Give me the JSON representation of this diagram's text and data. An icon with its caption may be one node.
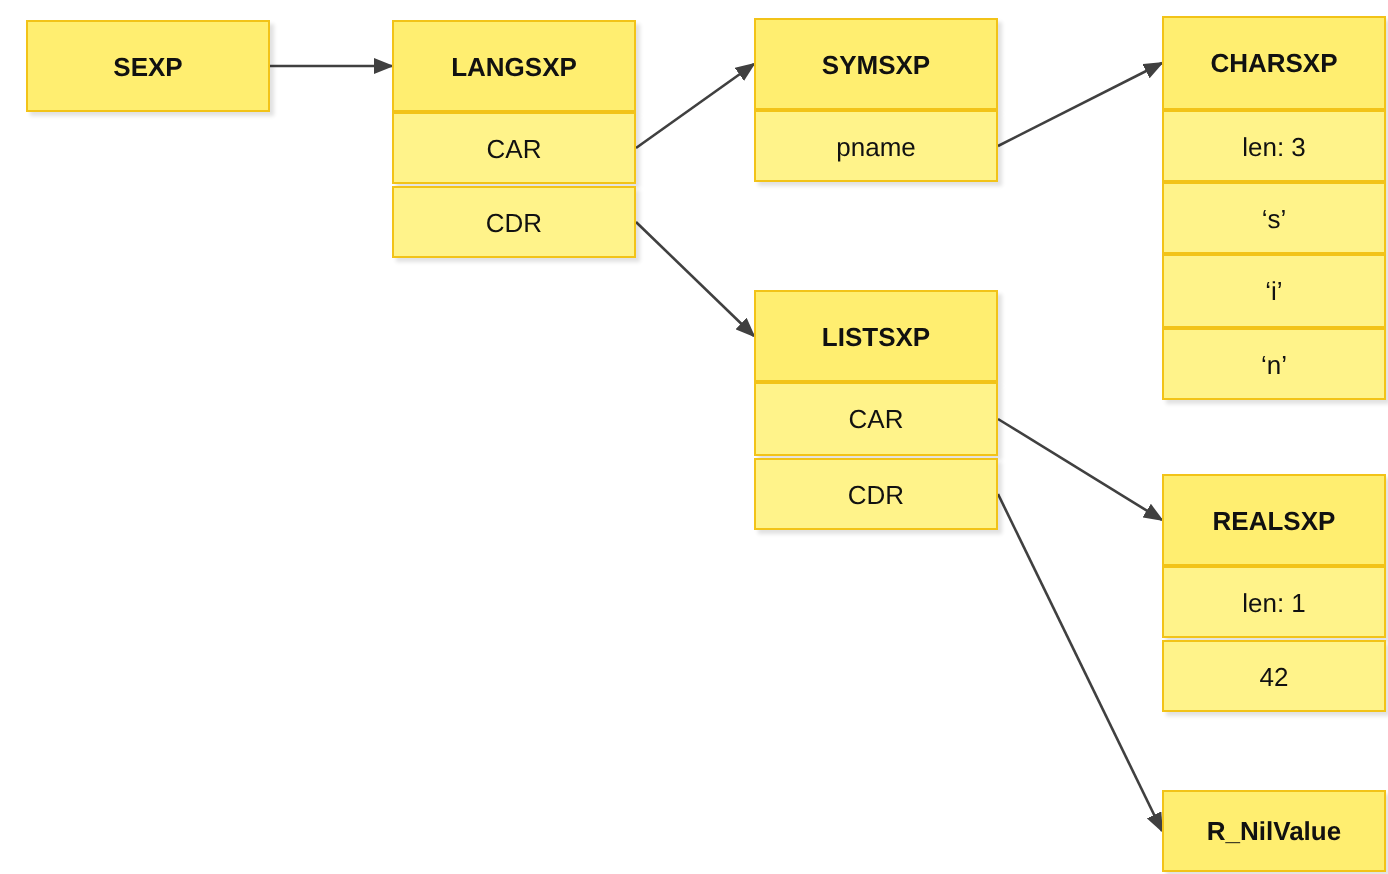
{
  "diagram": {
    "nodes": [
      {
        "text": [
          "SEXP"
        ]
      },
      {
        "text": [
          "LANGSXP"
        ]
      },
      {
        "text": [
          "CAR"
        ]
      },
      {
        "text": [
          "CDR"
        ]
      },
      {
        "text": [
          "SYMSXP"
        ]
      },
      {
        "text": [
          "pname"
        ]
      },
      {
        "text": [
          "CHARSXP"
        ]
      },
      {
        "text": [
          "len: 3"
        ]
      },
      {
        "text": [
          "‘s’"
        ]
      },
      {
        "text": [
          "‘i’"
        ]
      },
      {
        "text": [
          "‘n’"
        ]
      },
      {
        "text": [
          "LISTSXP"
        ]
      },
      {
        "text": [
          "CAR"
        ]
      },
      {
        "text": [
          "CDR"
        ]
      },
      {
        "text": [
          "REALSXP"
        ]
      },
      {
        "text": [
          "len: 1"
        ]
      },
      {
        "text": [
          "42"
        ]
      },
      {
        "text": [
          "R_NilValue"
        ]
      }
    ],
    "edges": [
      {
        "from": 0,
        "to": 1,
        "arrow": "to"
      },
      {
        "from": 2,
        "to": 4,
        "arrow": "to"
      },
      {
        "from": 3,
        "to": 11,
        "arrow": "to"
      },
      {
        "from": 5,
        "to": 6,
        "arrow": "to"
      },
      {
        "from": 12,
        "to": 14,
        "arrow": "to"
      },
      {
        "from": 13,
        "to": 17,
        "arrow": "to"
      }
    ]
  }
}
